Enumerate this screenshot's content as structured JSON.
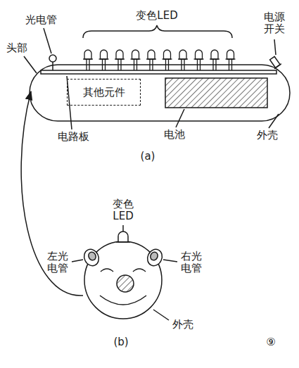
{
  "diagram": {
    "nodes": [
      {
        "text": [
          "其他元件"
        ]
      }
    ],
    "labels": [
      "光电管",
      "变色LED",
      "电源开关",
      "头部",
      "电路板",
      "电池",
      "外壳",
      "(a)",
      "变色LED",
      "左光电管",
      "右光电管",
      "外壳",
      "(b)",
      "⑨"
    ]
  }
}
